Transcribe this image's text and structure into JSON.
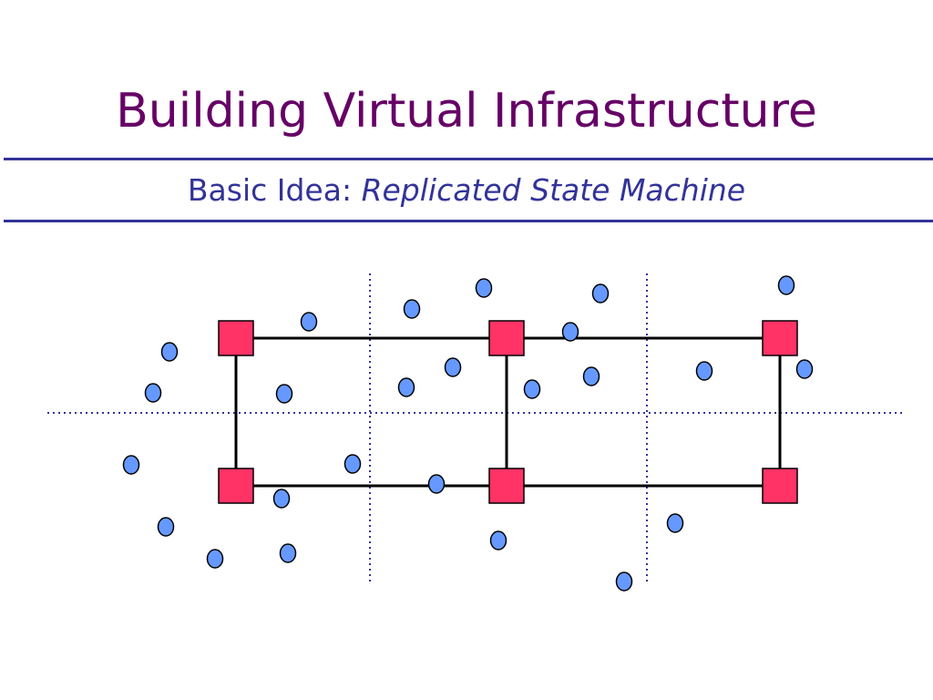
{
  "slide": {
    "title": "Building Virtual Infrastructure",
    "subtitle_prefix": "Basic Idea: ",
    "subtitle_emphasis": "Replicated State Machine"
  },
  "colors": {
    "title": "#660066",
    "subtitle": "#333399",
    "rule": "#333399",
    "node_fill": "#ff3366",
    "point_fill": "#6699ff",
    "outline": "#000000",
    "divider": "#333399"
  },
  "diagram": {
    "shapes": {
      "node": "square",
      "point": "circle"
    }
  }
}
